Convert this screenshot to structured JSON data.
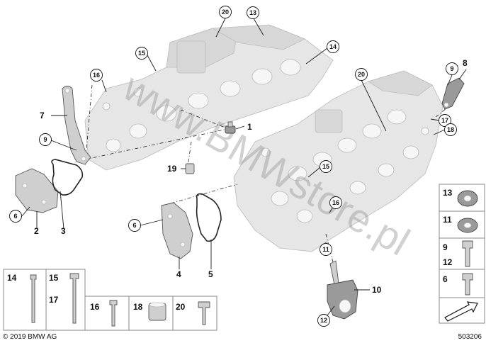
{
  "diagram": {
    "copyright": "© 2019 BMW AG",
    "diagram_number": "503206",
    "watermark": "www.BMWstore.pl",
    "callouts": {
      "c20_top": "20",
      "c13_top": "13",
      "c15_top": "15",
      "c14_top": "14",
      "c16_top": "16",
      "c7": "7",
      "c9_left": "9",
      "c1": "1",
      "c19": "19",
      "c6_left": "6",
      "c2": "2",
      "c3": "3",
      "c6_mid": "6",
      "c4": "4",
      "c5": "5",
      "c20_right": "20",
      "c9_right": "9",
      "c8": "8",
      "c17_right": "17",
      "c18_right": "18",
      "c15_mid": "15",
      "c16_mid": "16",
      "c11_mid": "11",
      "c10": "10",
      "c12_bottom": "12"
    },
    "legend_boxes": {
      "b14": "14",
      "b15": "15",
      "b17": "17",
      "b16": "16",
      "b18": "18",
      "b20": "20",
      "r13": "13",
      "r11": "11",
      "r9": "9",
      "r12": "12",
      "r6": "6"
    }
  }
}
